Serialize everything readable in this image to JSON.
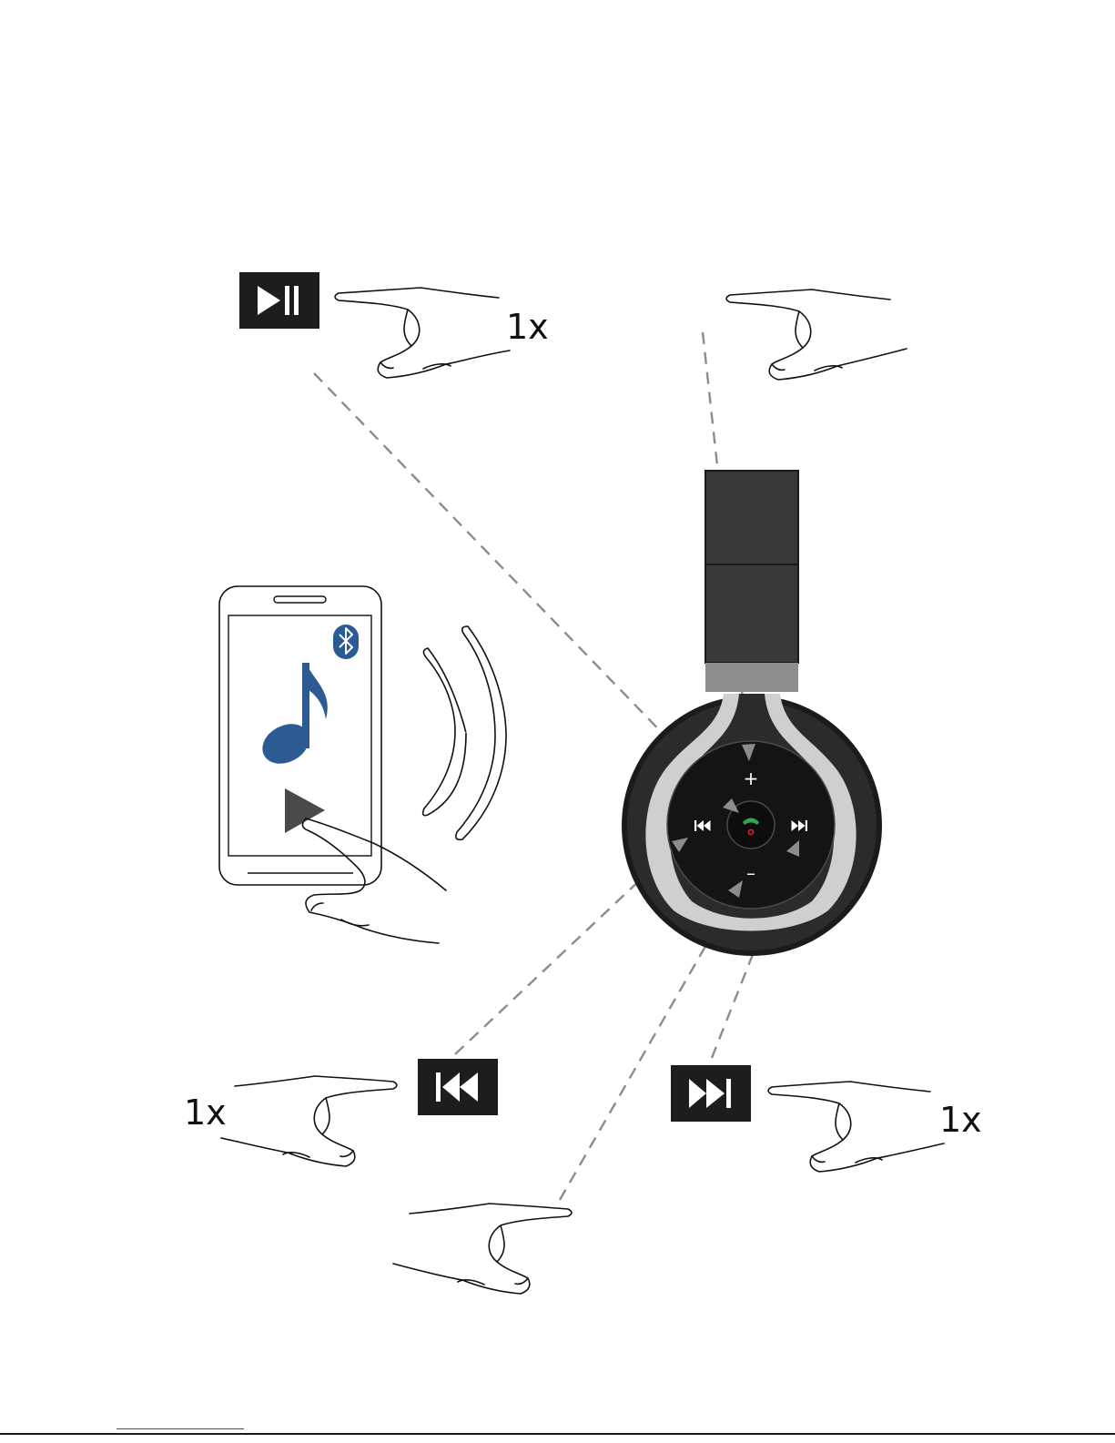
{
  "labels": {
    "play_pause_count": "1x",
    "previous_count": "1x",
    "next_count": "1x"
  },
  "controls": {
    "volume_up_symbol": "+",
    "volume_down_symbol": "–"
  },
  "icons": {
    "play_pause": "play-pause-icon",
    "previous": "skip-previous-icon",
    "next": "skip-next-icon",
    "bluetooth": "bluetooth-icon",
    "music": "music-note-icon",
    "call": "phone-icon"
  },
  "colors": {
    "icon_box": "#1d1d1d",
    "headphone_dark": "#2b2b2b",
    "headphone_band": "#3a3839",
    "headphone_ring": "#cfcfcf",
    "accent_blue": "#2c5b94",
    "call_green": "#2fa84f",
    "call_red": "#e02020",
    "guide_line": "#8c8c8c"
  }
}
